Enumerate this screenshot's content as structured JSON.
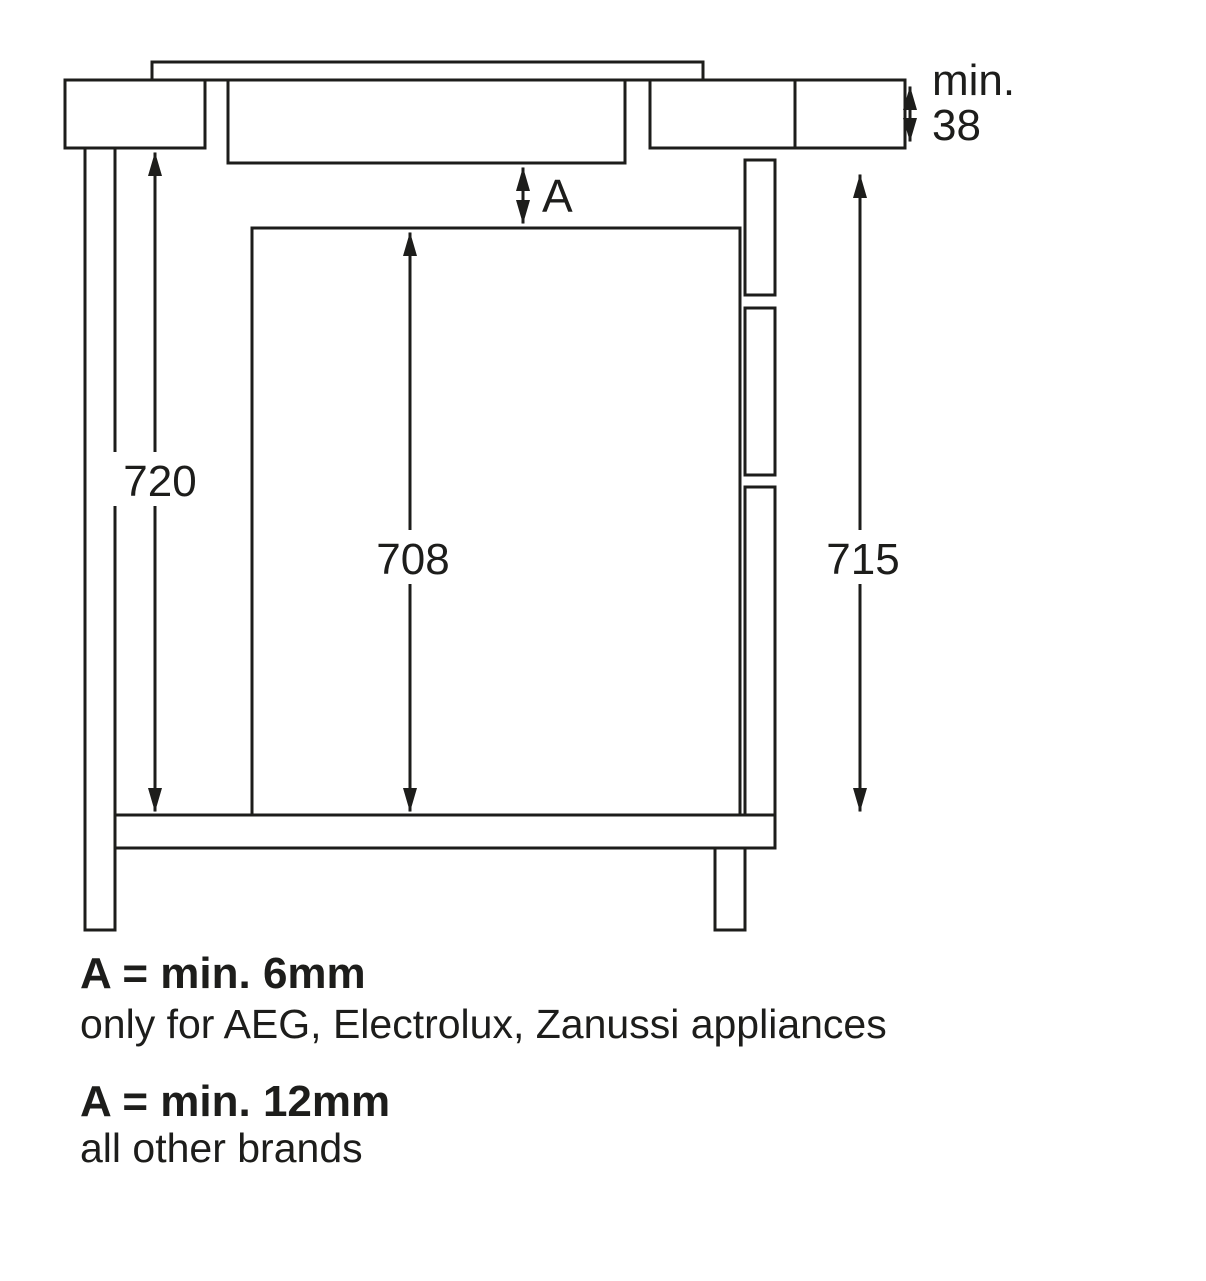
{
  "colors": {
    "line-color": "#1d1d1b",
    "bg-color": "#ffffff"
  },
  "diagram": {
    "dim_38": {
      "line1": "min.",
      "line2": "38"
    },
    "dim_a": "A",
    "dim_left": "720",
    "dim_niche": "708",
    "dim_right": "715"
  },
  "notes": [
    {
      "title": "A = min. 6mm",
      "body": "only for AEG, Electrolux, Zanussi appliances"
    },
    {
      "title": "A = min. 12mm",
      "body": "all other brands"
    }
  ]
}
